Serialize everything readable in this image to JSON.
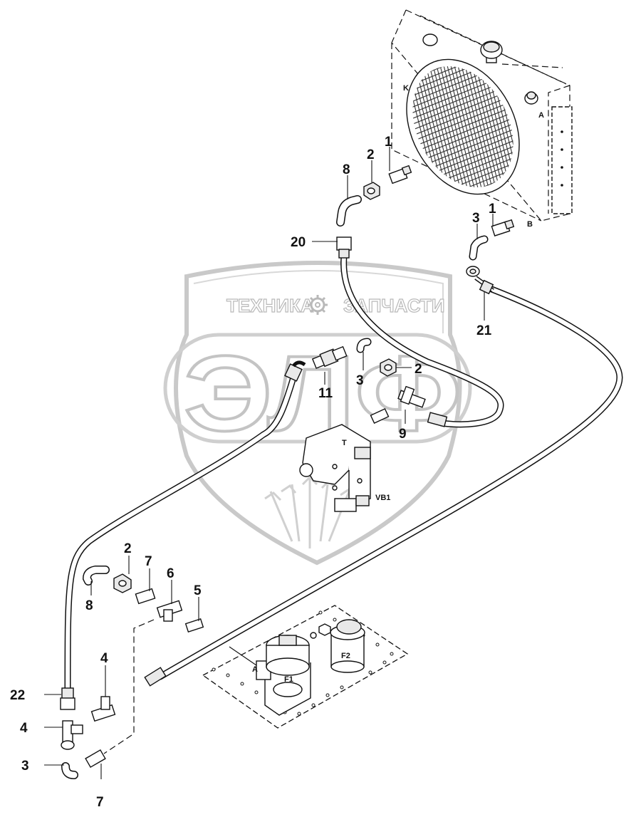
{
  "watermark": {
    "company_left": "ТЕХНИКА",
    "company_right": "ЗАПЧАСТИ",
    "logo_letters": "ЭЛФ"
  },
  "callouts": [
    {
      "id": "c-1-top",
      "text": "1"
    },
    {
      "id": "c-2-top",
      "text": "2"
    },
    {
      "id": "c-8-top",
      "text": "8"
    },
    {
      "id": "c-1-right",
      "text": "1"
    },
    {
      "id": "c-3-right",
      "text": "3"
    },
    {
      "id": "c-20",
      "text": "20"
    },
    {
      "id": "c-21",
      "text": "21"
    },
    {
      "id": "c-11",
      "text": "11"
    },
    {
      "id": "c-3-mid",
      "text": "3"
    },
    {
      "id": "c-2-mid",
      "text": "2"
    },
    {
      "id": "c-9",
      "text": "9"
    },
    {
      "id": "c-2-low",
      "text": "2"
    },
    {
      "id": "c-7-low",
      "text": "7"
    },
    {
      "id": "c-6",
      "text": "6"
    },
    {
      "id": "c-5",
      "text": "5"
    },
    {
      "id": "c-8-low",
      "text": "8"
    },
    {
      "id": "c-4-upper",
      "text": "4"
    },
    {
      "id": "c-22",
      "text": "22"
    },
    {
      "id": "c-4-left",
      "text": "4"
    },
    {
      "id": "c-3-bottom",
      "text": "3"
    },
    {
      "id": "c-7-bottom",
      "text": "7"
    }
  ],
  "component_labels": {
    "radiator_k": "K",
    "radiator_a": "A",
    "radiator_b": "B",
    "valve_t": "T",
    "valve_vb1": "VB1",
    "filter_a": "A",
    "filter_f1": "F1",
    "filter_f2": "F2"
  }
}
